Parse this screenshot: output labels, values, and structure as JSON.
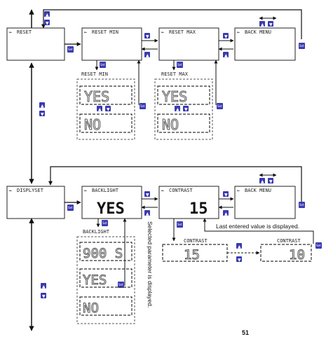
{
  "reset_row": {
    "reset": "RESET",
    "reset_min": "RESET MIN",
    "reset_max": "RESET MAX",
    "back_menu": "BACK MENU",
    "reset_min_sub": "RESET MIN",
    "reset_max_sub": "RESET MAX",
    "yes": "YES",
    "no": "NO"
  },
  "display_row": {
    "displayset": "DISPLYSET",
    "backlight": "BACKLIGHT",
    "backlight_value": "YES",
    "contrast": "CONTRAST",
    "contrast_value": "15",
    "back_menu": "BACK MENU",
    "backlight_sub": "BACKLIGHT",
    "backlight_time": "900 S",
    "yes": "YES",
    "no": "NO",
    "contrast_sub_left": "CONTRAST",
    "contrast_sub_left_value": "15",
    "contrast_sub_right": "CONTRAST",
    "contrast_sub_right_value": "10"
  },
  "notes": {
    "selected_parameter": "Selected parameter is displayed.",
    "last_entered": "Last entered value is displayed."
  },
  "button_labels": {
    "set": "Set"
  },
  "page_number": "51"
}
